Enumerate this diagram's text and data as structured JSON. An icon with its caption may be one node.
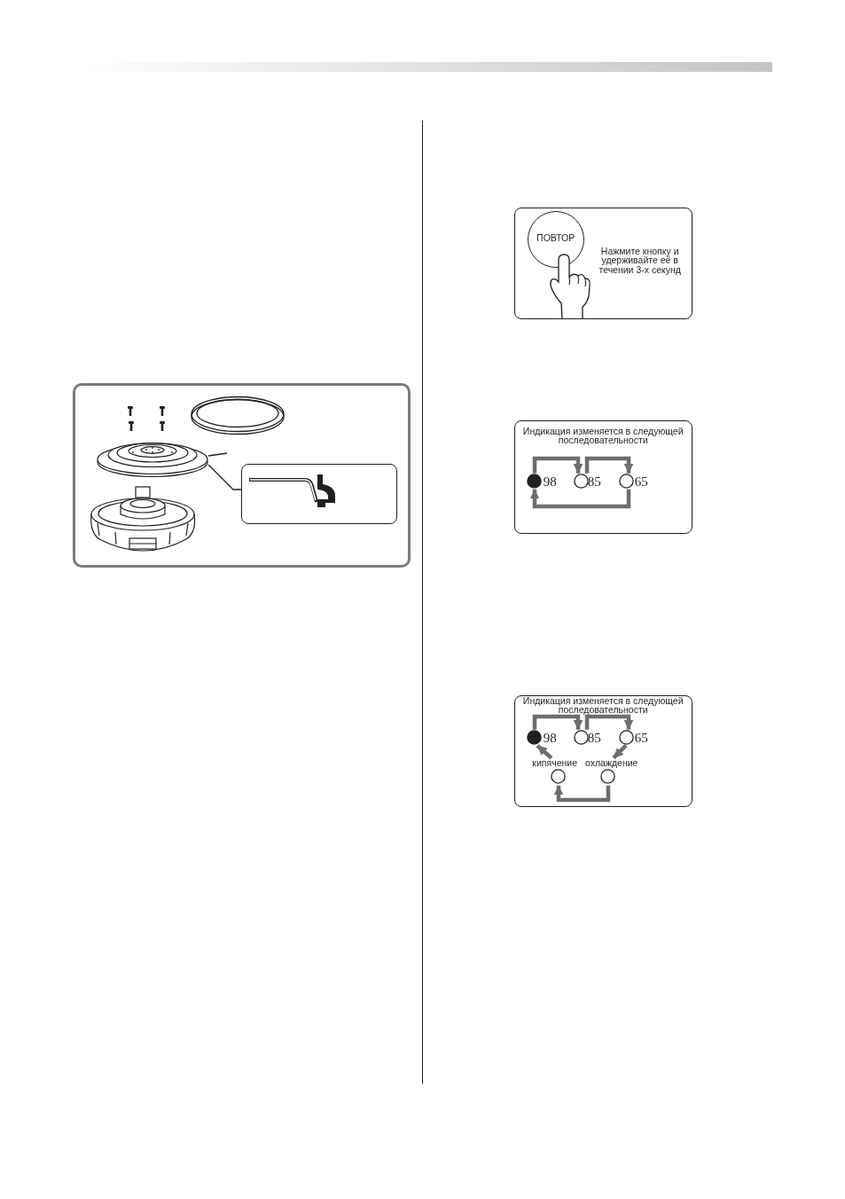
{
  "diagram": {
    "nodes": [
      {
        "text": [],
        "shape": "box"
      },
      {
        "text": [],
        "shape": "picture",
        "in": 0
      },
      {
        "text": [],
        "shape": "box",
        "in": 0
      },
      {
        "text": [
          "Нажмите кнопку и удерживайте её в течении 3-х секунд"
        ]
      },
      {
        "text": [
          "ПОВТОР"
        ],
        "in": 3
      },
      {
        "text": [
          "Индикация изменяется в следующей последовательности"
        ]
      },
      {
        "text": [],
        "shape": "dot",
        "beside": [
          "98"
        ],
        "in": 5
      },
      {
        "text": [],
        "shape": "circle",
        "beside": [
          "85"
        ],
        "in": 5
      },
      {
        "text": [],
        "shape": "circle",
        "beside": [
          "65"
        ],
        "in": 5
      },
      {
        "text": [
          "Индикация изменяется в следующей последовательности"
        ]
      },
      {
        "text": [],
        "shape": "dot",
        "beside": [
          "98"
        ],
        "in": 9
      },
      {
        "text": [],
        "shape": "circle",
        "beside": [
          "85"
        ],
        "in": 9
      },
      {
        "text": [],
        "shape": "circle",
        "beside": [
          "65"
        ],
        "in": 9
      },
      {
        "text": [],
        "shape": "circle",
        "beside": [
          "кипячение"
        ],
        "in": 9
      },
      {
        "text": [],
        "shape": "circle",
        "beside": [
          "охлаждение"
        ],
        "in": 9
      }
    ],
    "edges": [
      {
        "from": 1,
        "to": 2,
        "arrow": "none",
        "color": "#231f20"
      },
      {
        "from": 6,
        "to": 7,
        "arrow": "to"
      },
      {
        "from": 7,
        "to": 8,
        "arrow": "to"
      },
      {
        "from": 8,
        "to": 6,
        "arrow": "to"
      },
      {
        "from": 10,
        "to": 11,
        "arrow": "to"
      },
      {
        "from": 11,
        "to": 12,
        "arrow": "to"
      },
      {
        "from": 12,
        "to": 14,
        "arrow": "to"
      },
      {
        "from": 14,
        "to": 13,
        "arrow": "to"
      },
      {
        "from": 13,
        "to": 10,
        "arrow": "to"
      },
      {
        "from": 1,
        "to": null,
        "arrow": "none",
        "color": "#231f20"
      }
    ]
  }
}
